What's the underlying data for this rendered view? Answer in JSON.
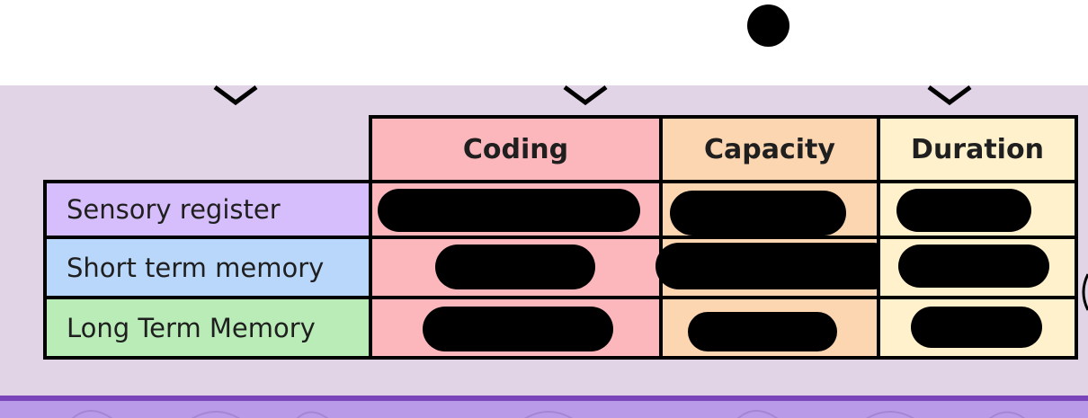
{
  "table": {
    "headers": {
      "coding": "Coding",
      "capacity": "Capacity",
      "duration": "Duration"
    },
    "rows": [
      {
        "label": "Sensory register",
        "coding": "",
        "capacity": "",
        "duration": ""
      },
      {
        "label": "Short term memory",
        "coding": "",
        "capacity": "",
        "duration": ""
      },
      {
        "label": "Long Term Memory",
        "coding": "",
        "capacity": "",
        "duration": ""
      }
    ],
    "header_colors": {
      "coding": "#fbb7bb",
      "capacity": "#fcd5b1",
      "duration": "#fff1cc"
    },
    "row_colors": {
      "sensory": "#d6bdfb",
      "short": "#b9d6fb",
      "long": "#b9ecb7"
    }
  },
  "redaction_marks": "black-scribble-blobs"
}
